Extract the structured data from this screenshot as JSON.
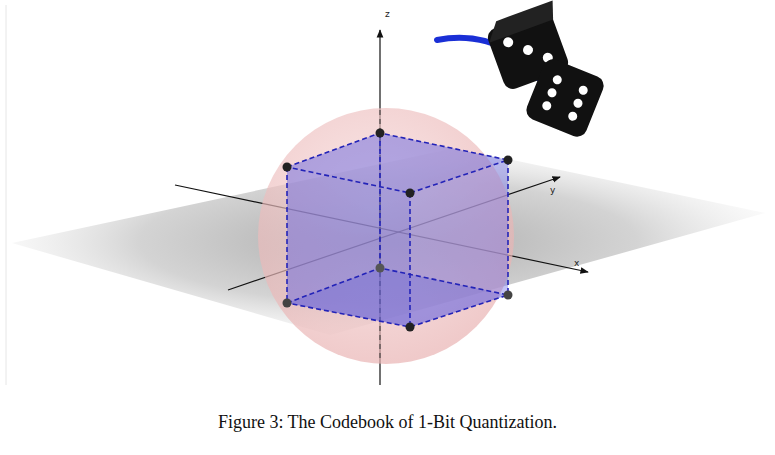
{
  "diagram": {
    "caption": "Figure 3: The Codebook of 1-Bit Quantization.",
    "labels": [
      "z",
      "y",
      "x"
    ]
  }
}
